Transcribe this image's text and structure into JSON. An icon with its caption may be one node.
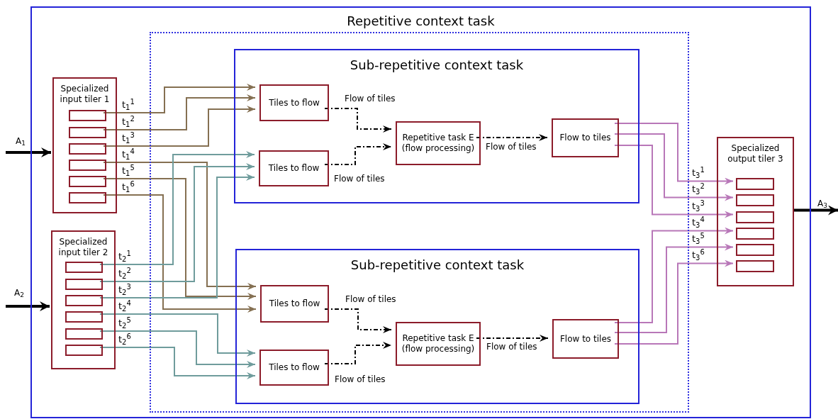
{
  "diagram": {
    "nodes": [
      {
        "text": [
          "Repetitive context task"
        ]
      },
      {
        "text": [],
        "shape": "box",
        "in": 0
      },
      {
        "text": [
          "Sub-repetitive context task"
        ],
        "in": 1
      },
      {
        "text": [
          "Tiles to flow"
        ],
        "in": 2
      },
      {
        "text": [
          "Tiles to flow"
        ],
        "in": 2
      },
      {
        "text": [
          "Repetitive task E (flow processing)"
        ],
        "in": 2
      },
      {
        "text": [
          "Flow to tiles"
        ],
        "in": 2
      },
      {
        "text": [
          "Sub-repetitive context task"
        ],
        "in": 1
      },
      {
        "text": [
          "Tiles to flow"
        ],
        "in": 7
      },
      {
        "text": [
          "Tiles to flow"
        ],
        "in": 7
      },
      {
        "text": [
          "Repetitive task E (flow processing)"
        ],
        "in": 7
      },
      {
        "text": [
          "Flow to tiles"
        ],
        "in": 7
      },
      {
        "text": [
          "Specialized input tiler 1"
        ],
        "in": 0
      },
      {
        "text": [],
        "shape": "box",
        "in": 12,
        "beside": [
          "t$_{1}$$^{1}$"
        ]
      },
      {
        "text": [],
        "shape": "box",
        "in": 12,
        "beside": [
          "t$_{1}$$^{2}$"
        ]
      },
      {
        "text": [],
        "shape": "box",
        "in": 12,
        "beside": [
          "t$_{1}$$^{3}$"
        ]
      },
      {
        "text": [],
        "shape": "box",
        "in": 12,
        "beside": [
          "t$_{1}$$^{4}$"
        ]
      },
      {
        "text": [],
        "shape": "box",
        "in": 12,
        "beside": [
          "t$_{1}$$^{5}$"
        ]
      },
      {
        "text": [],
        "shape": "box",
        "in": 12,
        "beside": [
          "t$_{1}$$^{6}$"
        ]
      },
      {
        "text": [
          "Specialized input tiler 2"
        ],
        "in": 0
      },
      {
        "text": [],
        "shape": "box",
        "in": 19,
        "beside": [
          "t$_{2}$$^{1}$"
        ]
      },
      {
        "text": [],
        "shape": "box",
        "in": 19,
        "beside": [
          "t$_{2}$$^{2}$"
        ]
      },
      {
        "text": [],
        "shape": "box",
        "in": 19,
        "beside": [
          "t$_{2}$$^{3}$"
        ]
      },
      {
        "text": [],
        "shape": "box",
        "in": 19,
        "beside": [
          "t$_{2}$$^{4}$"
        ]
      },
      {
        "text": [],
        "shape": "box",
        "in": 19,
        "beside": [
          "t$_{2}$$^{5}$"
        ]
      },
      {
        "text": [],
        "shape": "box",
        "in": 19,
        "beside": [
          "t$_{2}$$^{6}$"
        ]
      },
      {
        "text": [
          "Specialized output tiler 3"
        ],
        "in": 0
      },
      {
        "text": [],
        "shape": "box",
        "in": 26,
        "beside": [
          "t$_{3}$$^{1}$"
        ]
      },
      {
        "text": [],
        "shape": "box",
        "in": 26,
        "beside": [
          "t$_{3}$$^{2}$"
        ]
      },
      {
        "text": [],
        "shape": "box",
        "in": 26,
        "beside": [
          "t$_{3}$$^{3}$"
        ]
      },
      {
        "text": [],
        "shape": "box",
        "in": 26,
        "beside": [
          "t$_{3}$$^{4}$"
        ]
      },
      {
        "text": [],
        "shape": "box",
        "in": 26,
        "beside": [
          "t$_{3}$$^{5}$"
        ]
      },
      {
        "text": [],
        "shape": "box",
        "in": 26,
        "beside": [
          "t$_{3}$$^{6}$"
        ]
      }
    ],
    "edges": [
      {
        "from": null,
        "to": 12,
        "arrow": "to",
        "label": "A$_{1}$",
        "style": "thick"
      },
      {
        "from": null,
        "to": 19,
        "arrow": "to",
        "label": "A$_{2}$",
        "style": "thick"
      },
      {
        "from": 26,
        "to": null,
        "arrow": "to",
        "label": "A$_{3}$",
        "style": "thick"
      },
      {
        "from": 13,
        "to": 3,
        "arrow": "to",
        "color": "#857052"
      },
      {
        "from": 14,
        "to": 3,
        "arrow": "to",
        "color": "#857052"
      },
      {
        "from": 15,
        "to": 3,
        "arrow": "to",
        "color": "#857052"
      },
      {
        "from": 16,
        "to": 8,
        "arrow": "to",
        "color": "#857052"
      },
      {
        "from": 17,
        "to": 8,
        "arrow": "to",
        "color": "#857052"
      },
      {
        "from": 18,
        "to": 8,
        "arrow": "to",
        "color": "#857052"
      },
      {
        "from": 20,
        "to": 4,
        "arrow": "to",
        "color": "#6f9c9c"
      },
      {
        "from": 21,
        "to": 4,
        "arrow": "to",
        "color": "#6f9c9c"
      },
      {
        "from": 22,
        "to": 4,
        "arrow": "to",
        "color": "#6f9c9c"
      },
      {
        "from": 23,
        "to": 9,
        "arrow": "to",
        "color": "#6f9c9c"
      },
      {
        "from": 24,
        "to": 9,
        "arrow": "to",
        "color": "#6f9c9c"
      },
      {
        "from": 25,
        "to": 9,
        "arrow": "to",
        "color": "#6f9c9c"
      },
      {
        "from": 3,
        "to": 5,
        "arrow": "to",
        "label": "Flow of tiles",
        "style": "dashed"
      },
      {
        "from": 4,
        "to": 5,
        "arrow": "to",
        "label": "Flow of tiles",
        "style": "dashed"
      },
      {
        "from": 5,
        "to": 6,
        "arrow": "to",
        "label": "Flow of tiles",
        "style": "dashed"
      },
      {
        "from": 8,
        "to": 10,
        "arrow": "to",
        "label": "Flow of tiles",
        "style": "dashed"
      },
      {
        "from": 9,
        "to": 10,
        "arrow": "to",
        "label": "Flow of tiles",
        "style": "dashed"
      },
      {
        "from": 10,
        "to": 11,
        "arrow": "to",
        "label": "Flow of tiles",
        "style": "dashed"
      },
      {
        "from": 6,
        "to": 27,
        "arrow": "to",
        "color": "#b877b8"
      },
      {
        "from": 6,
        "to": 28,
        "arrow": "to",
        "color": "#b877b8"
      },
      {
        "from": 6,
        "to": 29,
        "arrow": "to",
        "color": "#b877b8"
      },
      {
        "from": 11,
        "to": 30,
        "arrow": "to",
        "color": "#b877b8"
      },
      {
        "from": 11,
        "to": 31,
        "arrow": "to",
        "color": "#b877b8"
      },
      {
        "from": 11,
        "to": 32,
        "arrow": "to",
        "color": "#b877b8"
      }
    ]
  }
}
